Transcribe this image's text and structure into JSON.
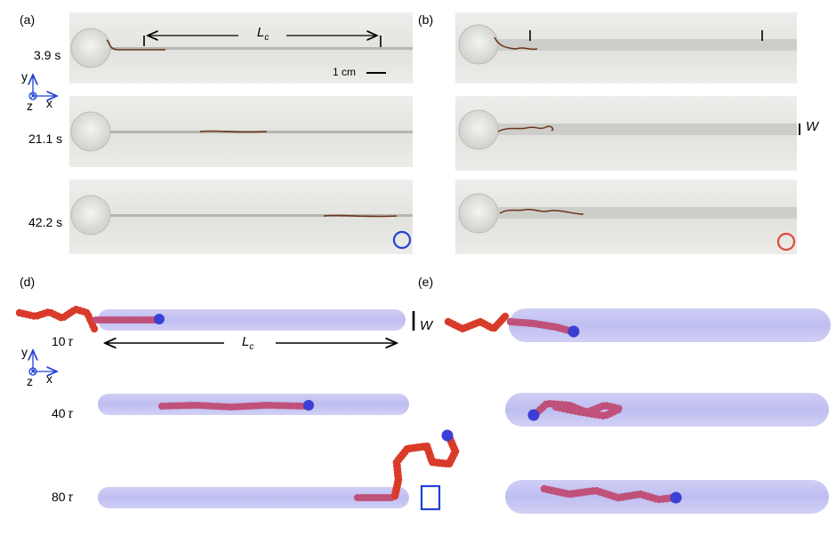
{
  "panels": {
    "a": {
      "label": "(a)",
      "times": [
        "3.9 s",
        "21.1 s",
        "42.2 s"
      ],
      "lc_label": "L",
      "lc_sub": "c",
      "scale_label": "1 cm"
    },
    "b": {
      "label": "(b)",
      "w_label": "W"
    },
    "d": {
      "label": "(d)",
      "times": [
        "10",
        "40",
        "80"
      ],
      "tau": "τ",
      "lc_label": "L",
      "lc_sub": "c",
      "w_label": "W"
    },
    "e": {
      "label": "(e)"
    }
  },
  "axes_labels": {
    "y": "y",
    "z": "z",
    "x": "x"
  },
  "markers": {
    "a": "blue-open-circle",
    "b": "red-open-circle",
    "d": "blue-open-square"
  },
  "colors": {
    "blue": "#2340d8",
    "red": "#e04a3a",
    "chain_red": "#d93b2b",
    "chain_pink": "#c0517a",
    "bead_blue": "#3a3fd6",
    "tube": "#b9b8f0"
  }
}
